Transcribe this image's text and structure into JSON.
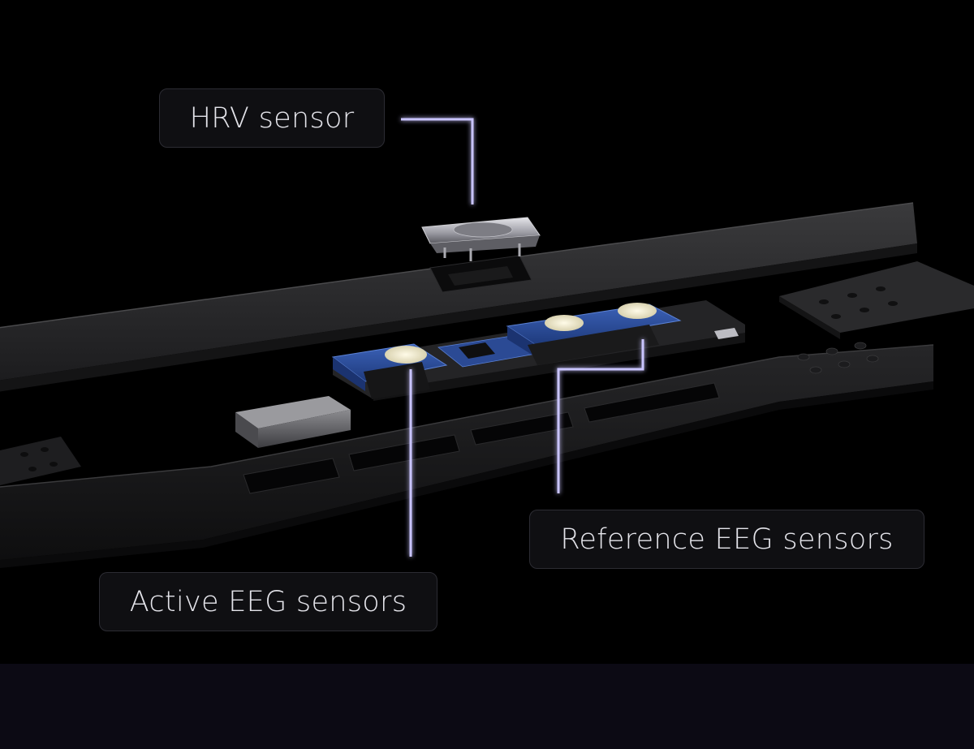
{
  "labels": {
    "hrv": "HRV sensor",
    "reference_eeg": "Reference EEG sensors",
    "active_eeg": "Active EEG sensors"
  },
  "colors": {
    "background": "#000000",
    "bottom_band": "#0c0a14",
    "leader_line": "#c9c4ff",
    "leader_glow": "#7c6cff",
    "label_text": "#e4e4ea",
    "label_box": "#0f0f12",
    "pcb_blue": "#2e4f9e",
    "sensor_pad": "#f1ecd2"
  }
}
